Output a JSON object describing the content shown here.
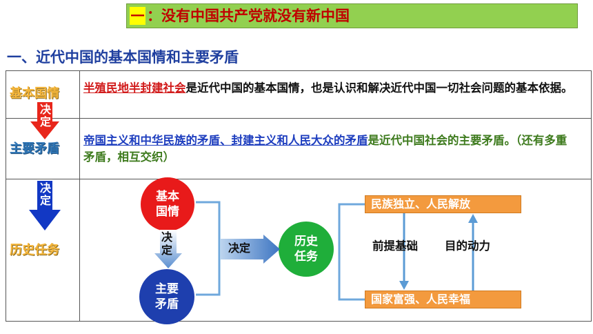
{
  "banner": {
    "number": "一",
    "title": "：没有中国共产党就没有新中国"
  },
  "section_title": "一、近代中国的基本国情和主要矛盾",
  "rows": {
    "basic": {
      "label": "基本国情",
      "highlight": "半殖民地半封建社会",
      "text": "是近代中国的基本国情，也是认识和解决近代中国一切社会问题的基本依据。"
    },
    "main": {
      "label": "主要矛盾",
      "highlight1": "帝国主义和中华民族的矛盾",
      "sep": "、",
      "highlight2": "封建主义和人民大众的矛盾",
      "green1": "是近代中国社会的主要矛盾。",
      "green2": "（还有多重矛盾，相互交织）"
    },
    "task": {
      "label": "历史任务"
    }
  },
  "arrows": {
    "decide1": "决定",
    "decide2": "决定",
    "decide3": "决定",
    "decide4": "决定"
  },
  "diagram": {
    "circle_basic": "基本国情",
    "circle_main": "主要矛盾",
    "circle_task": "历史任务",
    "box_top": "民族独立、人民解放",
    "box_bottom": "国家富强、人民幸福",
    "premise": "前提基础",
    "goal": "目的动力"
  },
  "colors": {
    "banner_bg": "#92d050",
    "accent_red": "#c00000",
    "section_blue": "#1f3f9f",
    "arrow_red": "#e8261b",
    "arrow_blue": "#1238c4",
    "circle_red": "#e81a1a",
    "circle_blue": "#1e3fae",
    "circle_green": "#1fae3a",
    "box_orange": "#f39a3e",
    "bracket_blue": "#6fa8dc"
  }
}
